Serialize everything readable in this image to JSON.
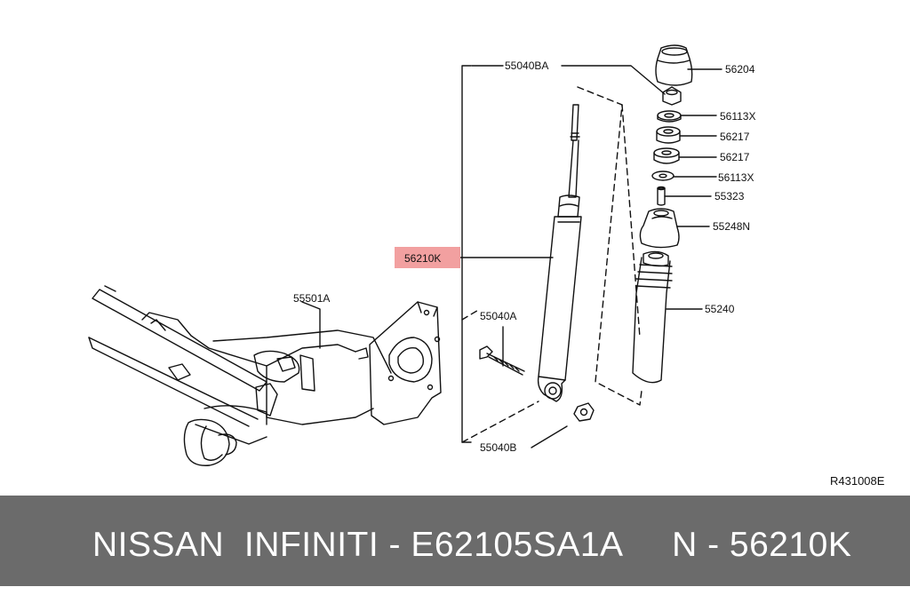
{
  "diagram": {
    "ref": "R431008E",
    "highlight_color": "#f2a0a0",
    "labels": {
      "p55040BA": "55040BA",
      "p56204": "56204",
      "p56113X_a": "56113X",
      "p56217_a": "56217",
      "p56217_b": "56217",
      "p56113X_b": "56113X",
      "p55323": "55323",
      "p55248N": "55248N",
      "p56210K": "56210K",
      "p55501A": "55501A",
      "p55040A": "55040A",
      "p55240": "55240",
      "p55040B": "55040B"
    }
  },
  "footer": {
    "text": "NISSAN  INFINITI - E62105SA1A     N - 56210K"
  }
}
